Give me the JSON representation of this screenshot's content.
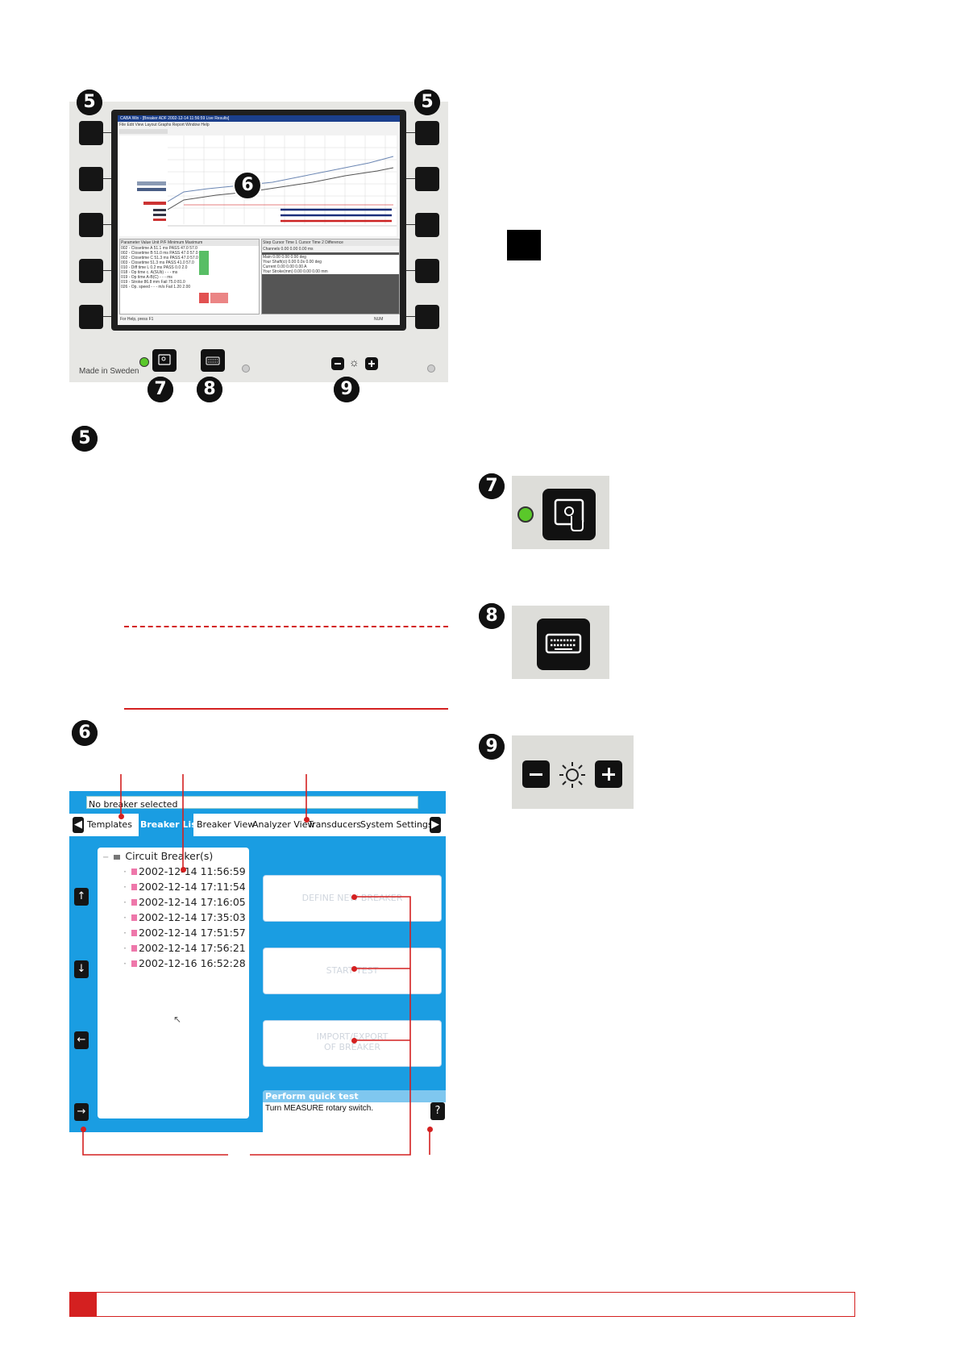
{
  "callouts": {
    "c5": "5",
    "c6": "6",
    "c7": "7",
    "c8": "8",
    "c9": "9"
  },
  "device": {
    "made_in": "Made in Sweden",
    "app_title": "CABA Win - [Breaker ADF 2002-12-14 11:56:59 Live Results]",
    "menu": "File  Edit  View  Layout  Graphs  Report  Window  Help",
    "status_left": "For Help, press F1",
    "status_right": "NUM",
    "table_header": "Parameter   Value   Unit   P/F   Minimum   Maximum",
    "table_rows": [
      "002 - Closetime A   51.1   ms   PASS   47.0   57.0",
      "002 - Closetime B   51.0   ms   PASS   47.0   57.0",
      "002 - Closetime C   51.3   ms   PASS   47.0   57.0",
      "003 - Closetime   51.3   ms   PASS   41.0   57.0",
      "010 - Diff time L   0.2   ms   PASS   0.0   2.0",
      "018 - Op time c. A(SUb)   - - -   ms",
      "019 - Op time A-B(C)   - - -   ms",
      "019 - Stroke   86.8   mm   Fail   75.0   81.0",
      "026 - Op. speed   - - -   m/s   Fail   1.20   2.00"
    ],
    "right_header": "Step   Cursor Time 1   Cursor Time 2   Difference",
    "right_row1": "Channels   0.00   0.00   0.00 ms",
    "right_rows": [
      "Main   0.00   0.00   0.00   deg",
      "Your Shaft(ci)   0.00   0.0s   0.00   deg",
      "Current   0.00   0.00   0.00   A",
      "Your Stroke(mm)   0.00   0.00   0.00   mm"
    ]
  },
  "ui": {
    "status_bar": "No breaker selected",
    "tabs": [
      "Templates",
      "Breaker List",
      "Breaker View",
      "Analyzer View",
      "Transducers",
      "System Settings"
    ],
    "tree_root": "Circuit Breaker(s)",
    "tree_items": [
      "2002-12-14 11:56:59",
      "2002-12-14 17:11:54",
      "2002-12-14 17:16:05",
      "2002-12-14 17:35:03",
      "2002-12-14 17:51:57",
      "2002-12-14 17:56:21",
      "2002-12-16 16:52:28"
    ],
    "btn_define": "DEFINE NEW BREAKER",
    "btn_start": "START TEST",
    "btn_import_1": "IMPORT/EXPORT",
    "btn_import_2": "OF BREAKER",
    "info_title": "Perform quick test",
    "info_text": "Turn MEASURE rotary switch.",
    "nav_up": "↑",
    "nav_down": "↓",
    "nav_left": "←",
    "nav_right": "→",
    "help": "?"
  },
  "colors": {
    "accent_red": "#d42020",
    "ui_blue": "#1a9de2",
    "led_green": "#5ac82a"
  }
}
